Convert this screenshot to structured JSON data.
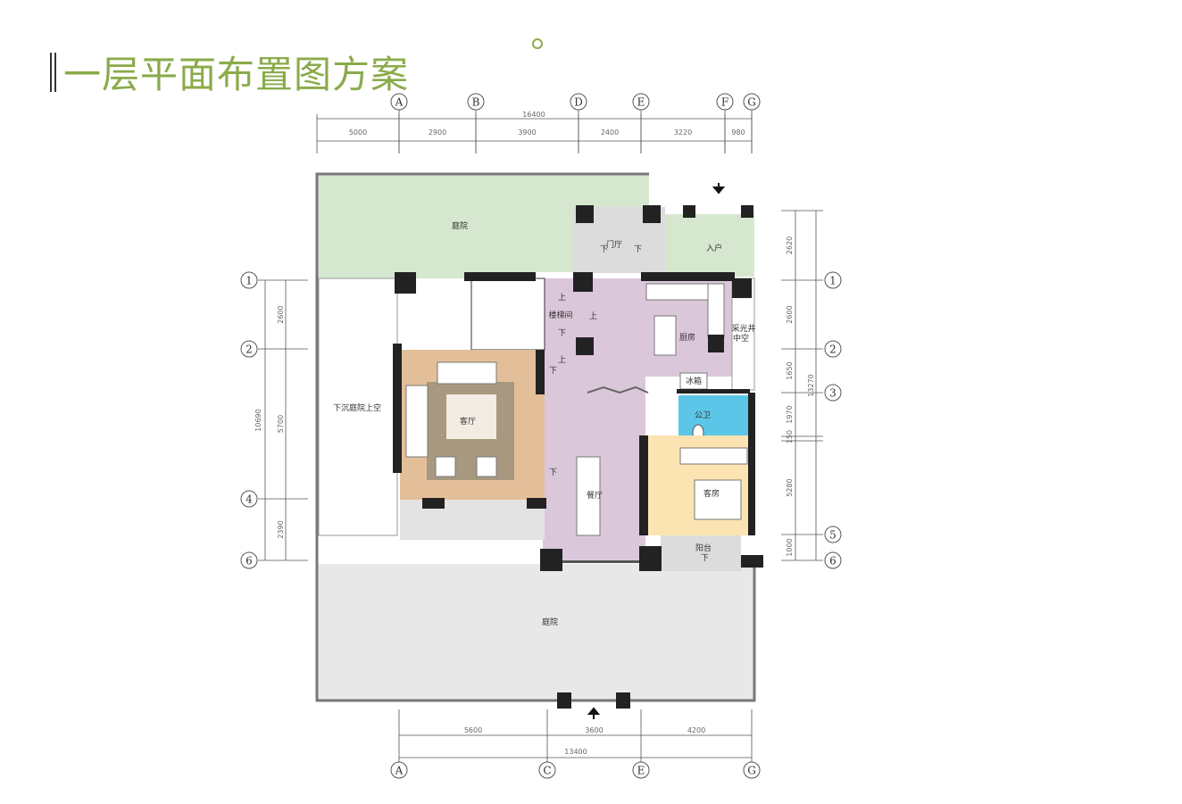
{
  "title": "一层平面布置图方案",
  "colors": {
    "title": "#8aab4a",
    "courtyard_green": "#d5e8cf",
    "hall_pink": "#dbc7da",
    "living_tan": "#e3bf99",
    "rug": "#a8987f",
    "bath_blue": "#5cc6e8",
    "guest_yellow": "#fbe4b2",
    "paving_grey": "#e6e6e6",
    "wall": "#222222"
  },
  "top_axes": [
    "A",
    "B",
    "D",
    "E",
    "F",
    "G"
  ],
  "top_dims": {
    "total": "16400",
    "segments": [
      "5000",
      "2900",
      "3900",
      "2400",
      "3220",
      "980"
    ]
  },
  "bottom_axes": [
    "A",
    "C",
    "E",
    "G"
  ],
  "bottom_dims": {
    "total": "13400",
    "segments": [
      "5600",
      "3600",
      "4200"
    ]
  },
  "left_axes": [
    "1",
    "2",
    "4",
    "6"
  ],
  "left_dims": {
    "total": "10690",
    "segments": [
      "2600",
      "5700",
      "2390"
    ]
  },
  "right_axes": [
    "1",
    "2",
    "3",
    "5",
    "6"
  ],
  "right_dims": {
    "total": "13270",
    "segments": [
      "2620",
      "2600",
      "1650",
      "1970",
      "150",
      "5280",
      "1000"
    ]
  },
  "rooms": {
    "north_courtyard": "庭院",
    "foyer": "门厅",
    "entry": "入户",
    "stair": "楼梯间",
    "kitchen": "厨房",
    "lightwell": "采光井",
    "lightwell2": "中空",
    "fridge": "冰箱",
    "wc": "公卫",
    "living": "客厅",
    "sunken": "下沉庭院上空",
    "dining": "餐厅",
    "guest": "客房",
    "balcony": "阳台",
    "south_courtyard": "庭院"
  },
  "stair_marks": {
    "up": "上",
    "down": "下"
  }
}
